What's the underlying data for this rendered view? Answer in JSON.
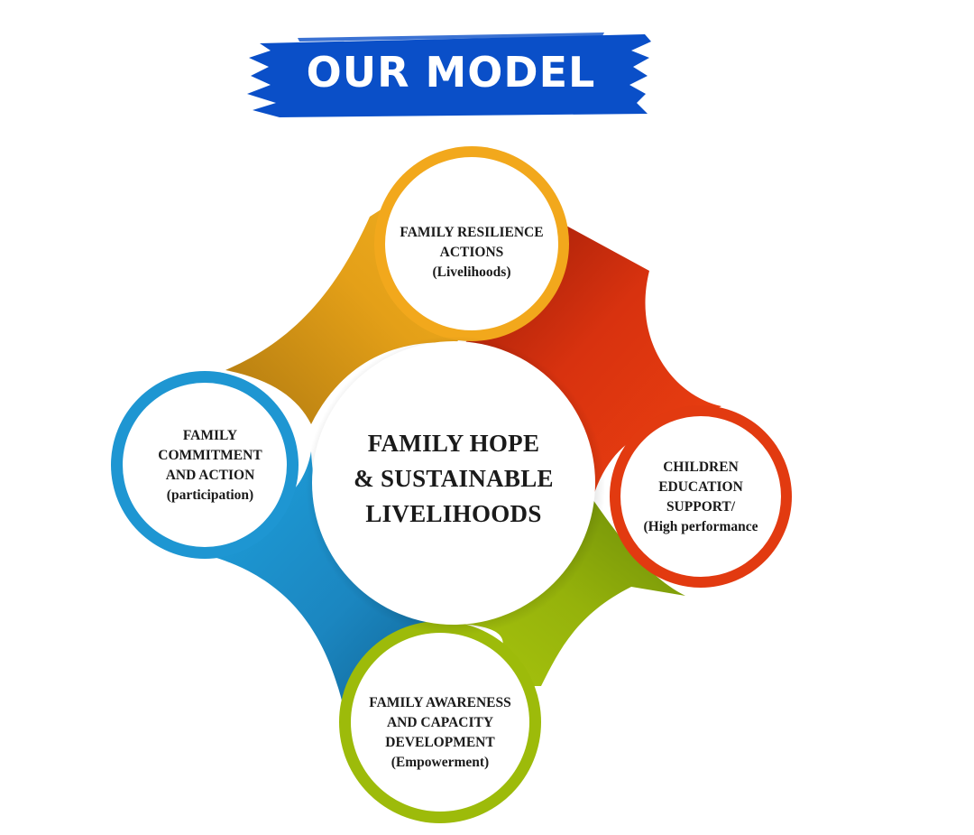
{
  "banner": {
    "title": "OUR MODEL",
    "color": "#0a4fc8"
  },
  "diagram": {
    "center": {
      "lines": [
        "FAMILY HOPE",
        "& SUSTAINABLE",
        "LIVELIHOODS"
      ]
    },
    "nodes": [
      {
        "id": "top",
        "lines": [
          "FAMILY RESILIENCE",
          "ACTIONS",
          "(Livelihoods)"
        ],
        "color": "#f2a81c"
      },
      {
        "id": "right",
        "lines": [
          "CHILDREN",
          "EDUCATION",
          "SUPPORT/",
          "(High performance"
        ],
        "color": "#e23a10"
      },
      {
        "id": "bottom",
        "lines": [
          "FAMILY AWARENESS",
          "AND CAPACITY",
          "DEVELOPMENT",
          "(Empowerment)"
        ],
        "color": "#9dbb0a"
      },
      {
        "id": "left",
        "lines": [
          "FAMILY",
          "COMMITMENT",
          "AND ACTION",
          "(participation)"
        ],
        "color": "#1e96d2"
      }
    ]
  }
}
